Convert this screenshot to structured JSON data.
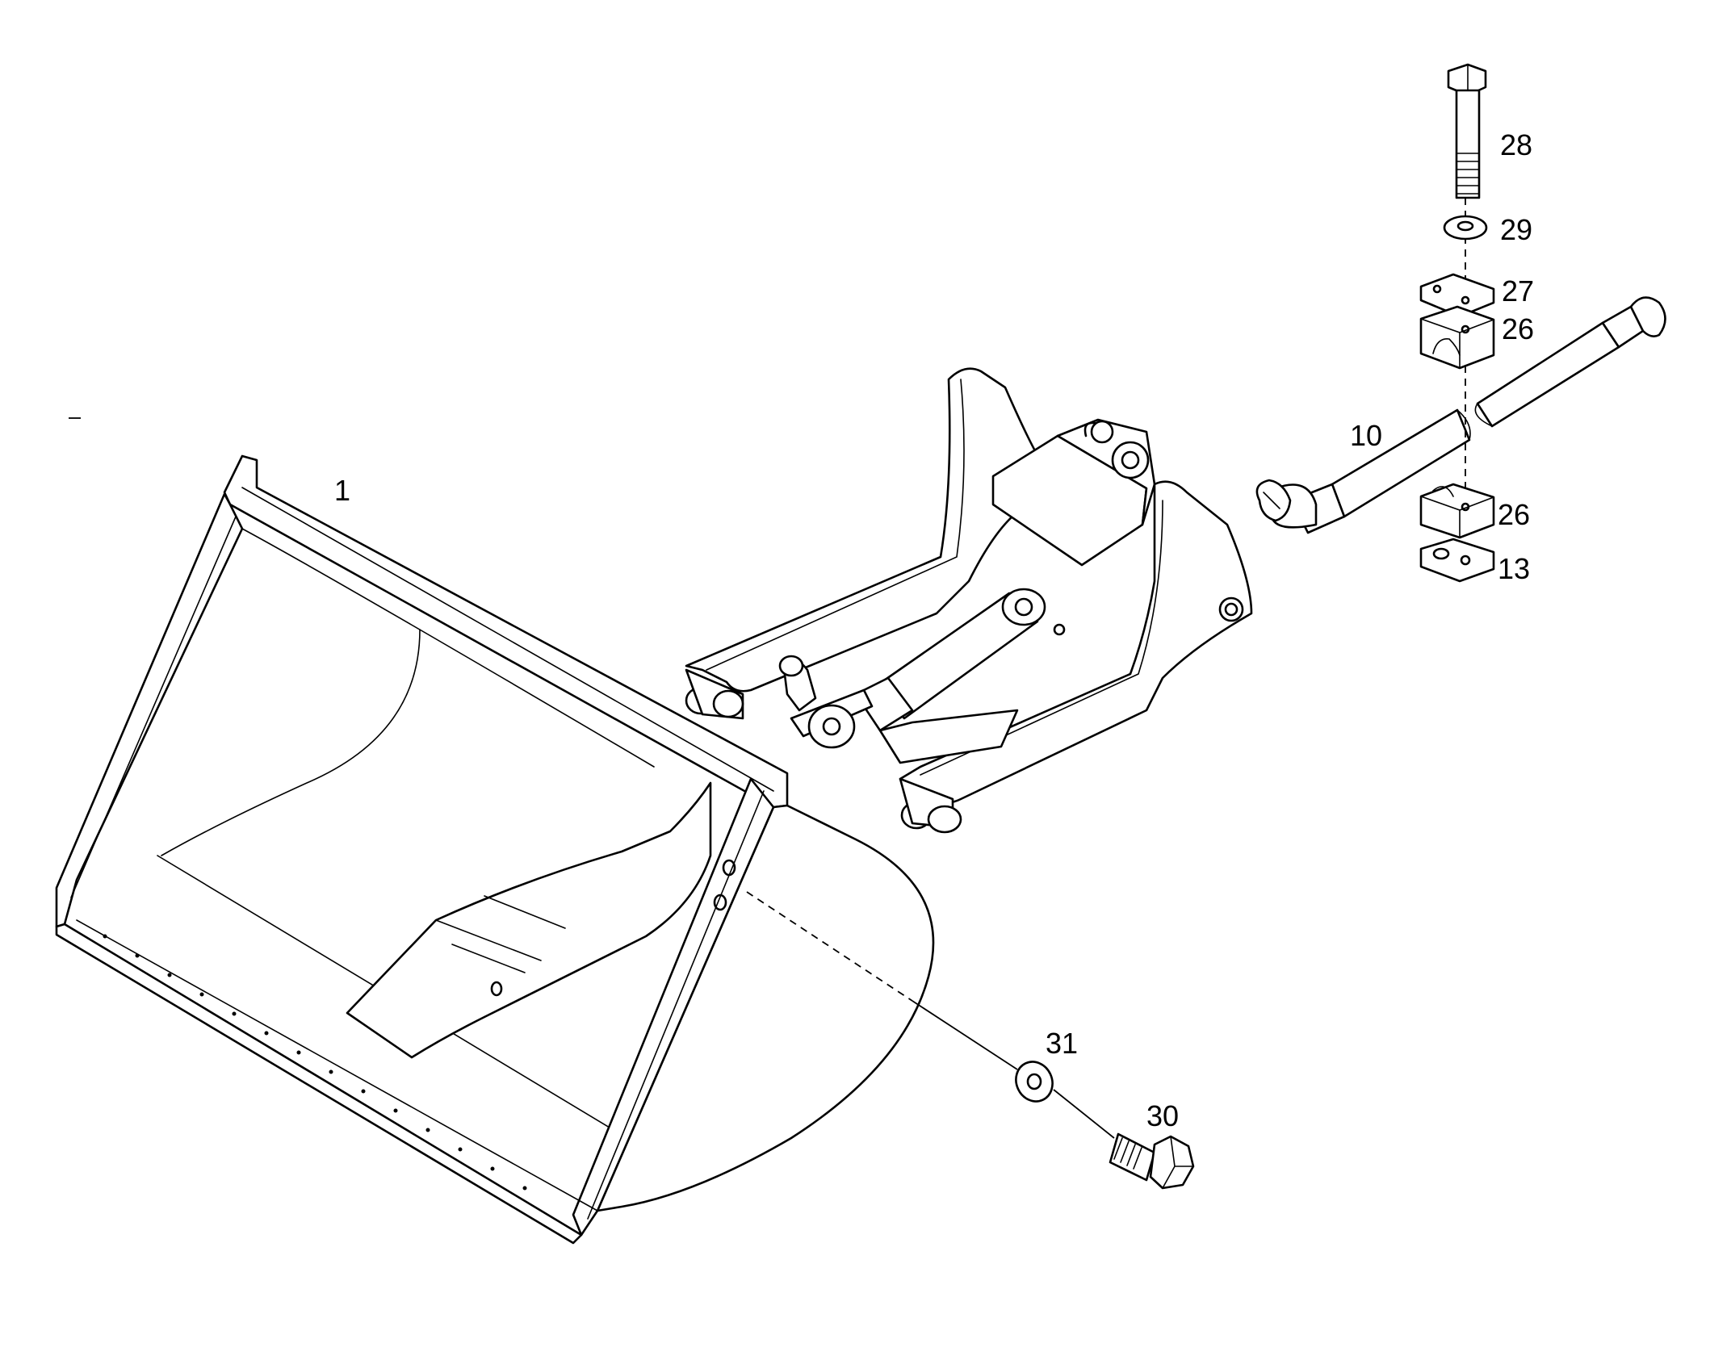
{
  "labels": {
    "bucket": "1",
    "hose": "10",
    "lower_plate": "13",
    "clamp_upper": "26",
    "clamp_lower": "26",
    "cover_plate": "27",
    "bolt_top": "28",
    "washer_top": "29",
    "bolt_side": "30",
    "washer_side": "31"
  }
}
